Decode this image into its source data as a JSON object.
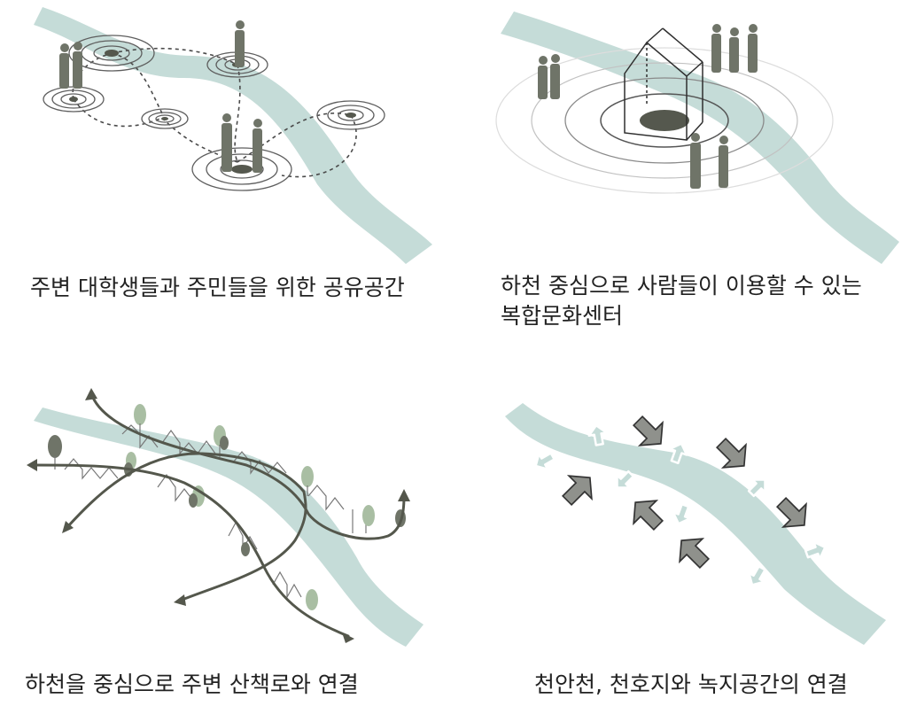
{
  "colors": {
    "river": "#c5dcd8",
    "figure": "#6f7468",
    "ring": "#5e5e5e",
    "path": "#54574c",
    "tree": "#a9bea3",
    "arrow": "#8f918c"
  },
  "panels": [
    {
      "caption": "주변 대학생들과 주민들을 위한 공유공간"
    },
    {
      "caption_line1": "하천 중심으로 사람들이 이용할 수 있는",
      "caption_line2": "복합문화센터"
    },
    {
      "caption": "하천을 중심으로 주변 산책로와 연결"
    },
    {
      "caption": "천안천, 천호지와 녹지공간의 연결"
    }
  ]
}
